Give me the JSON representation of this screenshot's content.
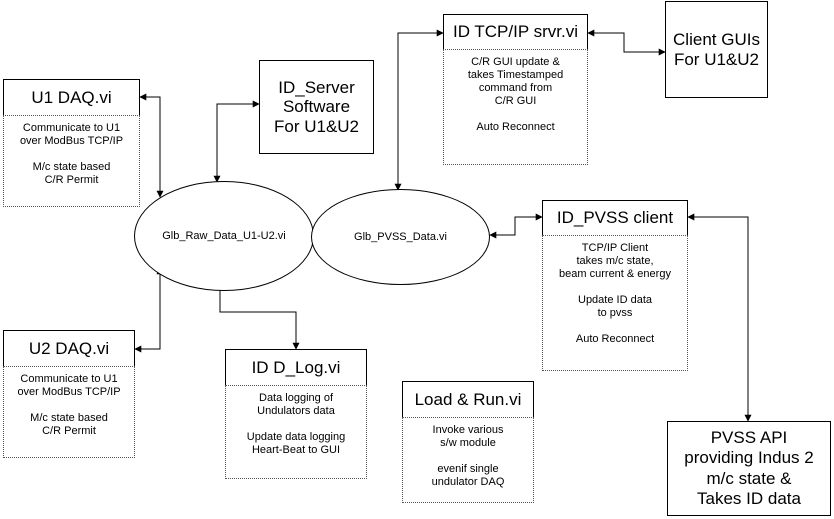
{
  "blocks": {
    "u1_daq": {
      "title": "U1 DAQ.vi",
      "desc": "Communicate to U1\nover ModBus TCP/IP\n\nM/c state based\nC/R Permit"
    },
    "u2_daq": {
      "title": "U2 DAQ.vi",
      "desc": "Communicate to U1\nover ModBus TCP/IP\n\nM/c state based\nC/R Permit"
    },
    "id_server": {
      "title": "ID_Server\nSoftware\nFor U1&U2"
    },
    "tcpip_srvr": {
      "title": "ID TCP/IP srvr.vi",
      "desc": "C/R GUI update &\ntakes Timestamped\ncommand from\nC/R GUI\n\nAuto Reconnect"
    },
    "client_guis": {
      "title": "Client GUIs\nFor U1&U2"
    },
    "pvss_client": {
      "title": "ID_PVSS client",
      "desc": "TCP/IP Client\ntakes m/c state,\nbeam current & energy\n\nUpdate ID data\nto pvss\n\nAuto Reconnect"
    },
    "d_log": {
      "title": "ID D_Log.vi",
      "desc": "Data logging of\nUndulators data\n\nUpdate data logging\nHeart-Beat to GUI"
    },
    "load_run": {
      "title": "Load & Run.vi",
      "desc": "Invoke various\ns/w module\n\nevenif single\nundulator DAQ"
    },
    "pvss_api": {
      "title": "PVSS API\nproviding Indus 2\nm/c state &\nTakes ID data"
    }
  },
  "globals": {
    "raw": "Glb_Raw_Data_U1-U2.vi",
    "pvss": "Glb_PVSS_Data.vi"
  }
}
